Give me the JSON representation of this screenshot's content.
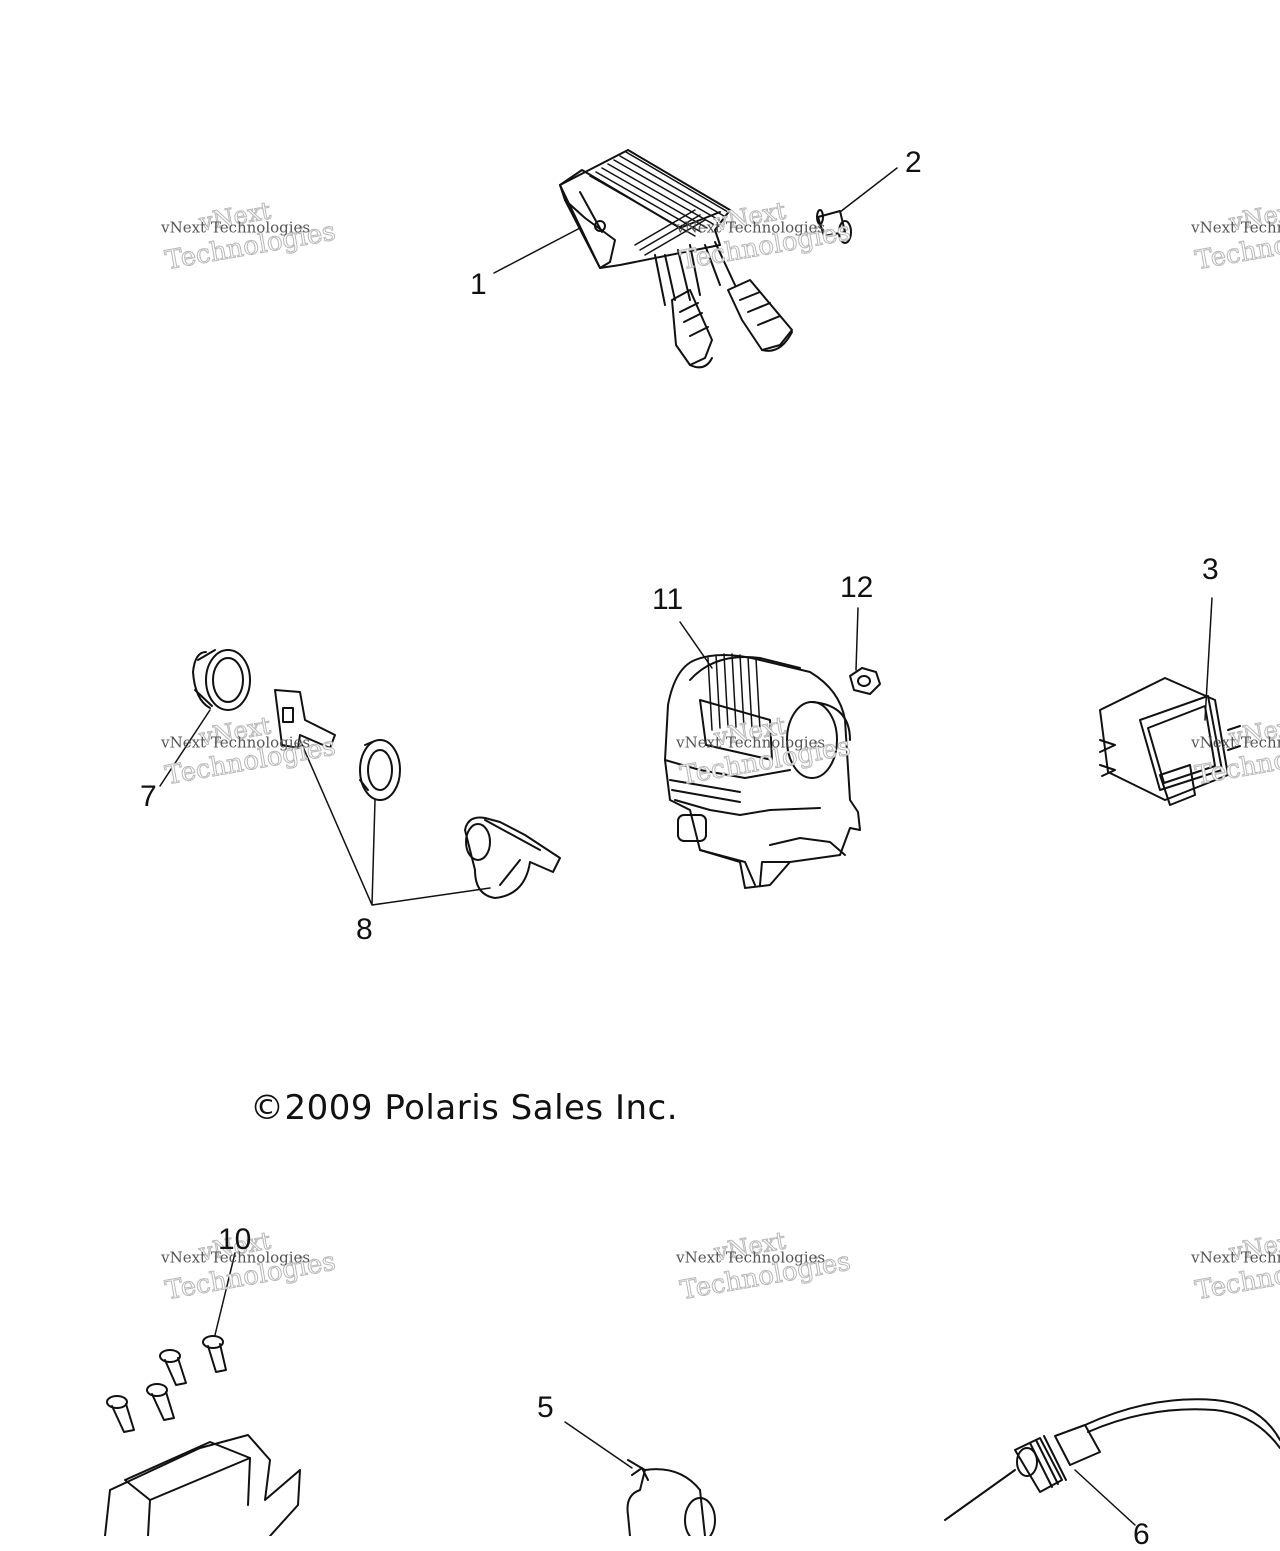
{
  "callouts": {
    "c1": "1",
    "c2": "2",
    "c3": "3",
    "c5": "5",
    "c6": "6",
    "c7": "7",
    "c8": "8",
    "c10": "10",
    "c11": "11",
    "c12": "12"
  },
  "copyright": "©2009 Polaris Sales Inc.",
  "watermark": {
    "top": "vNext",
    "middle": "vNext Technologies",
    "bottom": "Technologies"
  },
  "parts": {
    "p1": "voltage-regulator",
    "p2": "rivet",
    "p3": "relay-module",
    "p5": "socket-connector",
    "p6": "sensor-with-wire",
    "p7": "cap",
    "p8": "switch-kit",
    "p10": "screws",
    "p11": "handlebar-switch-assembly",
    "p12": "nut"
  }
}
